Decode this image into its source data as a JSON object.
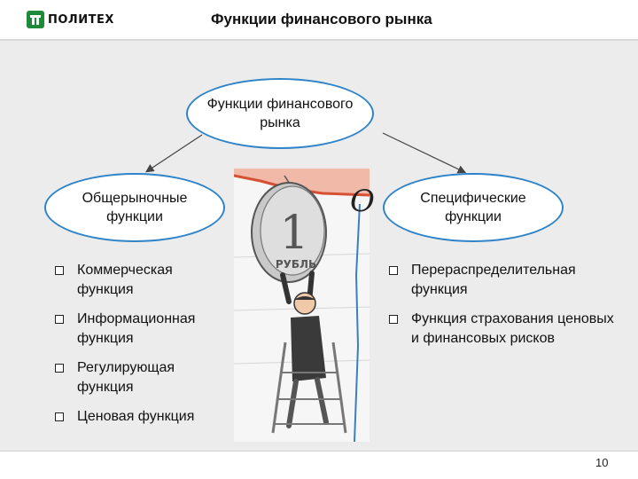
{
  "header": {
    "logo_text": "ПОЛИТЕХ",
    "title": "Функции финансового рынка"
  },
  "diagram": {
    "top_node": "Функции финансового рынка",
    "left_node": "Общерыночные функции",
    "right_node": "Специфические функции"
  },
  "left_list": [
    "Коммерческая функция",
    "Информационная функция",
    "Регулирующая функция",
    "Ценовая функция"
  ],
  "right_list": [
    "Перераспределительная функция",
    "Функция страхования ценовых и финансовых рисков"
  ],
  "illustration": {
    "coin_digit": "1",
    "coin_text": "РУБЛЬ",
    "letter": "O"
  },
  "footer": {
    "page_number": "10"
  }
}
